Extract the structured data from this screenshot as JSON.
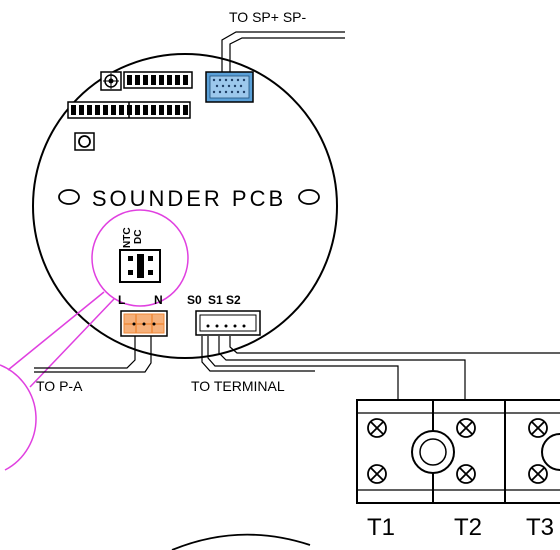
{
  "labels": {
    "to_speaker": "TO  SP+ SP-",
    "board_title": "SOUNDER  PCB",
    "ntc": "NTC",
    "dc": "DC",
    "label_l": "L",
    "label_n": "N",
    "label_s0": "S0",
    "label_s1": "S1",
    "label_s2": "S2",
    "to_pa": "TO  P-A",
    "to_terminal": "TO  TERMINAL",
    "t1": "T1",
    "t2": "T2",
    "t3": "T3"
  },
  "colors": {
    "line": "#000000",
    "highlight": "#e040e0",
    "connector_blue": "#5aa0d8",
    "connector_orange": "#f08a3a"
  }
}
